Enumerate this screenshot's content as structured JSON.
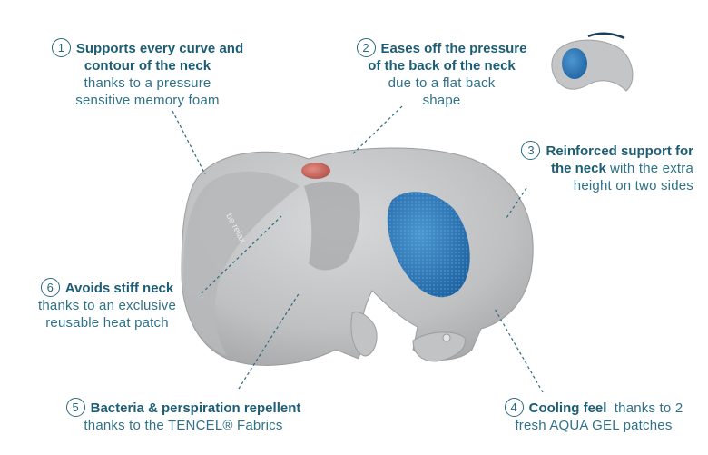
{
  "callouts": [
    {
      "num": "1",
      "title": "Supports every curve and contour of the neck",
      "title_l1": "Supports every curve and",
      "title_l2": "contour of the neck",
      "sub_l1": "thanks to a pressure",
      "sub_l2": "sensitive memory foam"
    },
    {
      "num": "2",
      "title_l1": "Eases off the pressure",
      "title_l2": "of the back of the neck",
      "sub_l1": "due to a flat back",
      "sub_l2": "shape"
    },
    {
      "num": "3",
      "title_l1": "Reinforced support for",
      "title_l2": "the neck",
      "sub_l1": "with the extra",
      "sub_l2": "height on two sides"
    },
    {
      "num": "4",
      "title_l1": "Cooling feel",
      "sub_l1": "thanks to 2",
      "sub_l2": "fresh AQUA GEL patches"
    },
    {
      "num": "5",
      "title_l1": "Bacteria & perspiration repellent",
      "sub_l1": "thanks to the TENCEL® Fabrics"
    },
    {
      "num": "6",
      "title_l1": "Avoids stiff neck",
      "sub_l1": "thanks to an exclusive",
      "sub_l2": "reusable heat patch"
    }
  ],
  "product": {
    "brand_label": "be relax"
  },
  "colors": {
    "text": "#2a6a80",
    "fabric": "#c7c8c9",
    "gel": "#2f7fbf",
    "heat": "#c9675f"
  }
}
